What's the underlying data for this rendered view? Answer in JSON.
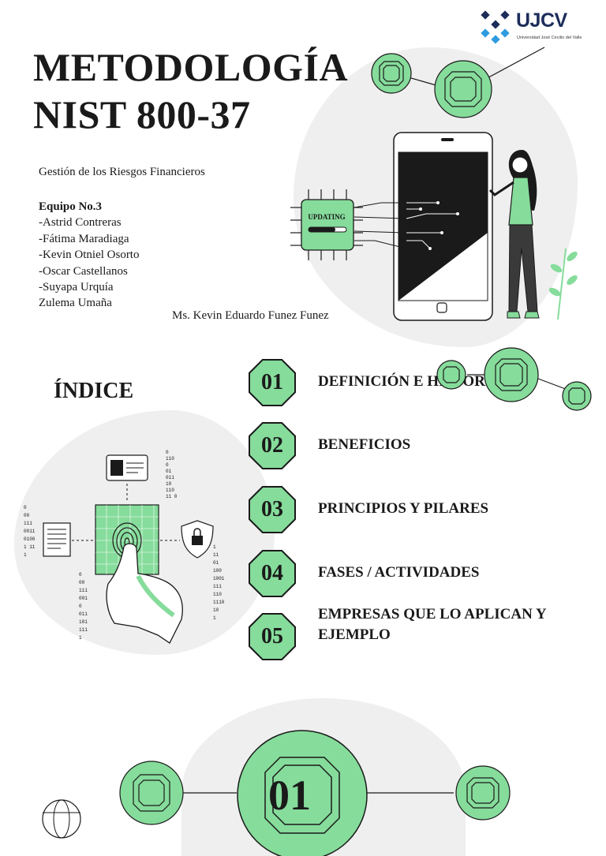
{
  "logo": {
    "name": "UJCV",
    "subtitle": "Universidad José Cecilio del Valle"
  },
  "title": {
    "line1": "METODOLOGÍA",
    "line2": "NIST 800-37"
  },
  "subtitle": "Gestión de los Riesgos Financieros",
  "team": {
    "heading": "Equipo No.3",
    "members": [
      "-Astrid Contreras",
      "-Fátima Maradiaga",
      "-Kevin Otniel Osorto",
      "-Oscar Castellanos",
      "-Suyapa Urquía",
      "Zulema Umaña"
    ]
  },
  "advisor": "Ms. Kevin Eduardo Funez Funez",
  "illustration": {
    "chip_label": "UPDATING"
  },
  "index": {
    "title": "ÍNDICE",
    "items": [
      {
        "number": "01",
        "label": "DEFINICIÓN E HISTORIA"
      },
      {
        "number": "02",
        "label": "BENEFICIOS"
      },
      {
        "number": "03",
        "label": "PRINCIPIOS Y PILARES"
      },
      {
        "number": "04",
        "label": "FASES / ACTIVIDADES"
      },
      {
        "number": "05",
        "label": "EMPRESAS QUE LO APLICAN Y EJEMPLO"
      }
    ]
  },
  "section": {
    "number": "01"
  },
  "colors": {
    "accent": "#86dc9b",
    "ink": "#1a1a1a",
    "brand": "#1d2d5a",
    "background_shape": "#efefef"
  }
}
